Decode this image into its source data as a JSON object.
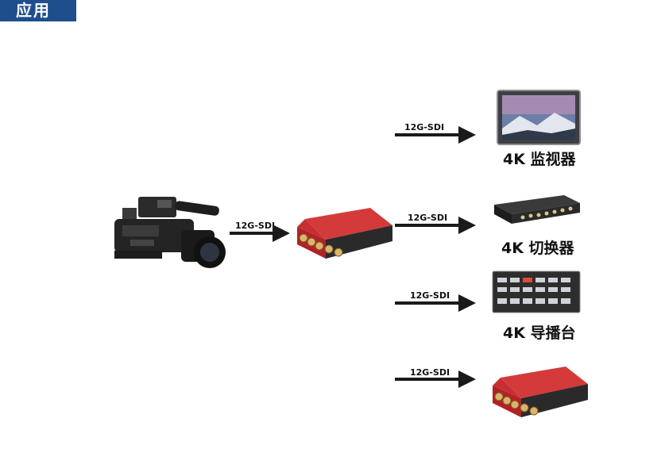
{
  "header": {
    "title": "应用"
  },
  "signal": {
    "label": "12G-SDI"
  },
  "devices": {
    "camera": {
      "icon": "camera-icon"
    },
    "converter": {
      "icon": "converter-box-icon"
    },
    "monitor": {
      "label": "4K 监视器",
      "icon": "monitor-icon"
    },
    "switcher": {
      "label": "4K 切换器",
      "icon": "switcher-icon"
    },
    "console": {
      "label": "4K 导播台",
      "icon": "console-icon"
    },
    "converter2": {
      "icon": "converter-box-icon"
    }
  },
  "colors": {
    "header_bg": "#1f4e8c",
    "device_red": "#c0262b",
    "device_dark": "#2a2a2a",
    "arrow": "#1a1a1a"
  }
}
